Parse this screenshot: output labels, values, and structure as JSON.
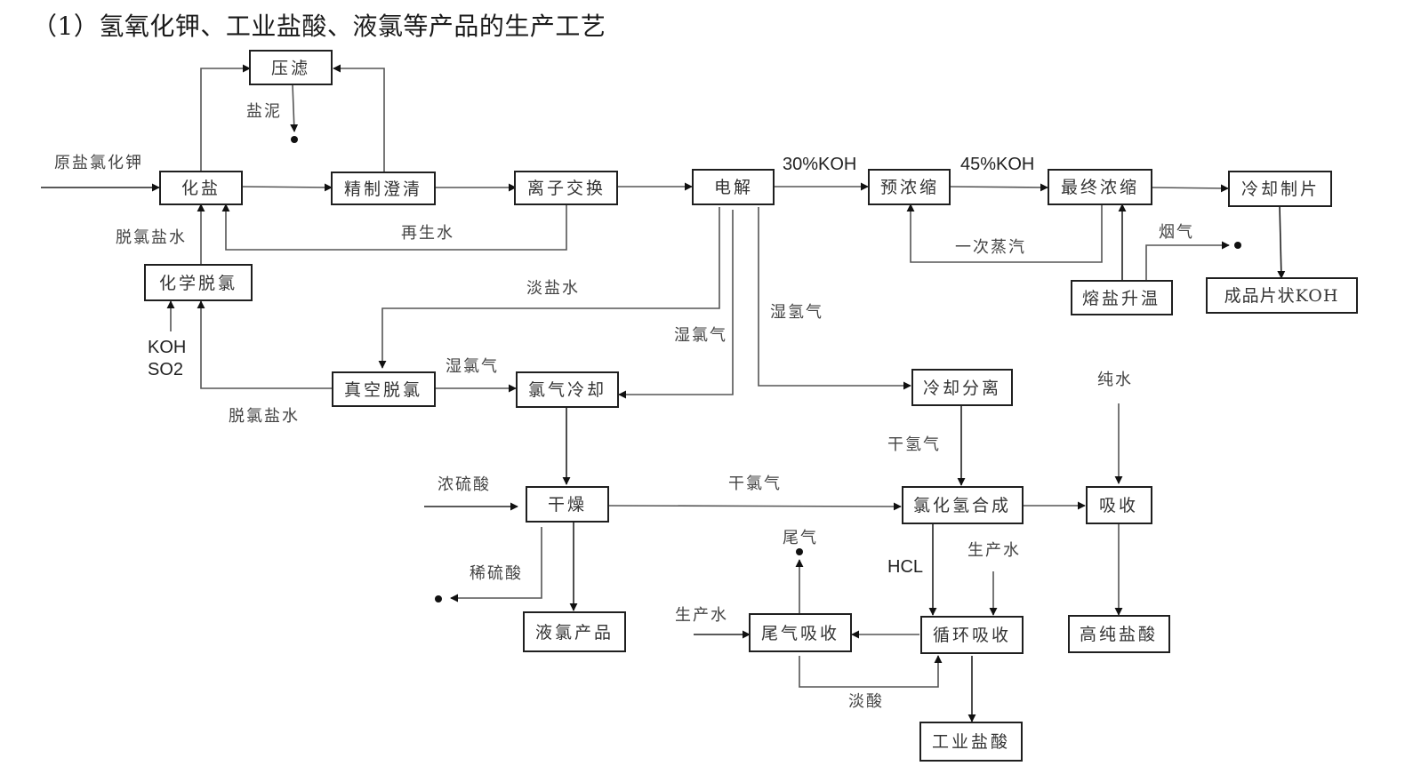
{
  "title": "（1）氢氧化钾、工业盐酸、液氯等产品的生产工艺",
  "nodes": [
    {
      "id": "yalv",
      "label": "压滤"
    },
    {
      "id": "huayan",
      "label": "化盐"
    },
    {
      "id": "jingzhi",
      "label": "精制澄清"
    },
    {
      "id": "lizi",
      "label": "离子交换"
    },
    {
      "id": "dianjie",
      "label": "电解"
    },
    {
      "id": "yunongsuo",
      "label": "预浓缩"
    },
    {
      "id": "zuizhong",
      "label": "最终浓缩"
    },
    {
      "id": "lengque_zhipian",
      "label": "冷却制片"
    },
    {
      "id": "chengpin",
      "label": "成品片状KOH"
    },
    {
      "id": "rongyan",
      "label": "熔盐升温"
    },
    {
      "id": "huaxue_tuolv",
      "label": "化学脱氯"
    },
    {
      "id": "zhenkong_tuolv",
      "label": "真空脱氯"
    },
    {
      "id": "lvqi_lengque",
      "label": "氯气冷却"
    },
    {
      "id": "lengque_fenli",
      "label": "冷却分离"
    },
    {
      "id": "ganzao",
      "label": "干燥"
    },
    {
      "id": "lvhuaqing",
      "label": "氯化氢合成"
    },
    {
      "id": "xishou",
      "label": "吸收"
    },
    {
      "id": "yelv",
      "label": "液氯产品"
    },
    {
      "id": "weiqi_xishou",
      "label": "尾气吸收"
    },
    {
      "id": "xunhuan",
      "label": "循环吸收"
    },
    {
      "id": "gaochun",
      "label": "高纯盐酸"
    },
    {
      "id": "gongye",
      "label": "工业盐酸"
    }
  ],
  "labels": {
    "yanni": "盐泥",
    "yuanyan": "原盐氯化钾",
    "tuolv_yanshui_1": "脱氯盐水",
    "zaishengshui": "再生水",
    "koh_30": "30%KOH",
    "koh_45": "45%KOH",
    "yici_zhengqi": "一次蒸汽",
    "yanqi": "烟气",
    "danyanshui": "淡盐水",
    "shiqingqi": "湿氢气",
    "shilvqi_1": "湿氯气",
    "shilvqi_2": "湿氯气",
    "koh": "KOH",
    "so2": "SO2",
    "tuolv_yanshui_2": "脱氯盐水",
    "chunshui": "纯水",
    "ganqingqi": "干氢气",
    "nongliusuan": "浓硫酸",
    "ganlvqi": "干氯气",
    "xiliusuan": "稀硫酸",
    "weiqi": "尾气",
    "hcl": "HCL",
    "shengchanshui_1": "生产水",
    "shengchanshui_2": "生产水",
    "dansuan": "淡酸"
  }
}
